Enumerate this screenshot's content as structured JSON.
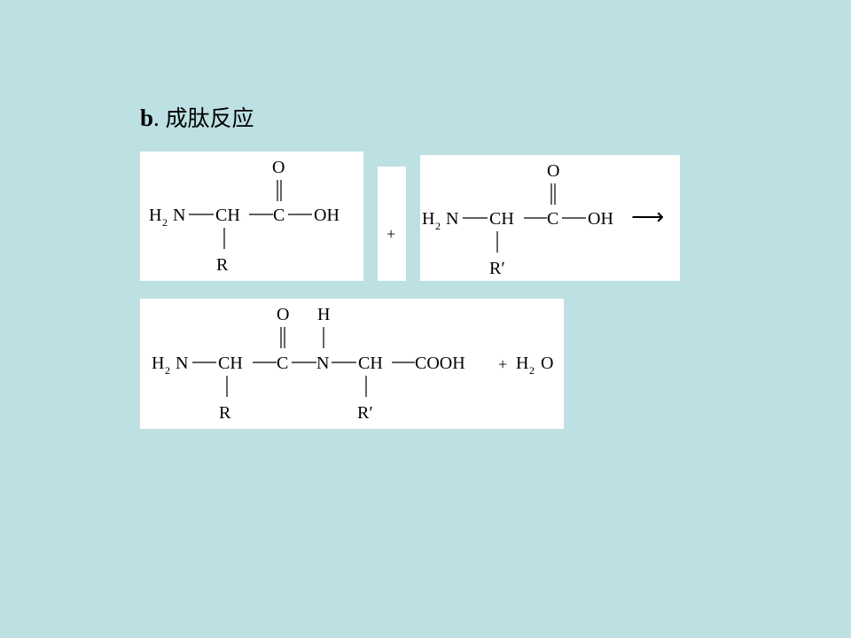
{
  "heading": {
    "letter": "b",
    "separator": ".",
    "title": "成肽反应"
  },
  "reactant1": {
    "o_top": "O",
    "h": "H",
    "two": "2",
    "n": "N",
    "ch": "CH",
    "c": "C",
    "oh": "OH",
    "r": "R"
  },
  "plus_panel": {
    "symbol": "+"
  },
  "reactant2": {
    "o_top": "O",
    "h": "H",
    "two": "2",
    "n": "N",
    "ch": "CH",
    "c": "C",
    "oh": "OH",
    "r": "R′",
    "arrow": "⟶"
  },
  "product": {
    "o_top": "O",
    "h_top": "H",
    "h": "H",
    "two": "2",
    "n": "N",
    "ch1": "CH",
    "c": "C",
    "n2": "N",
    "ch2": "CH",
    "cooh": "COOH",
    "r1": "R",
    "r2": "R′",
    "plus": "+",
    "water_h": "H",
    "water_two": "2",
    "water_o": "O"
  }
}
